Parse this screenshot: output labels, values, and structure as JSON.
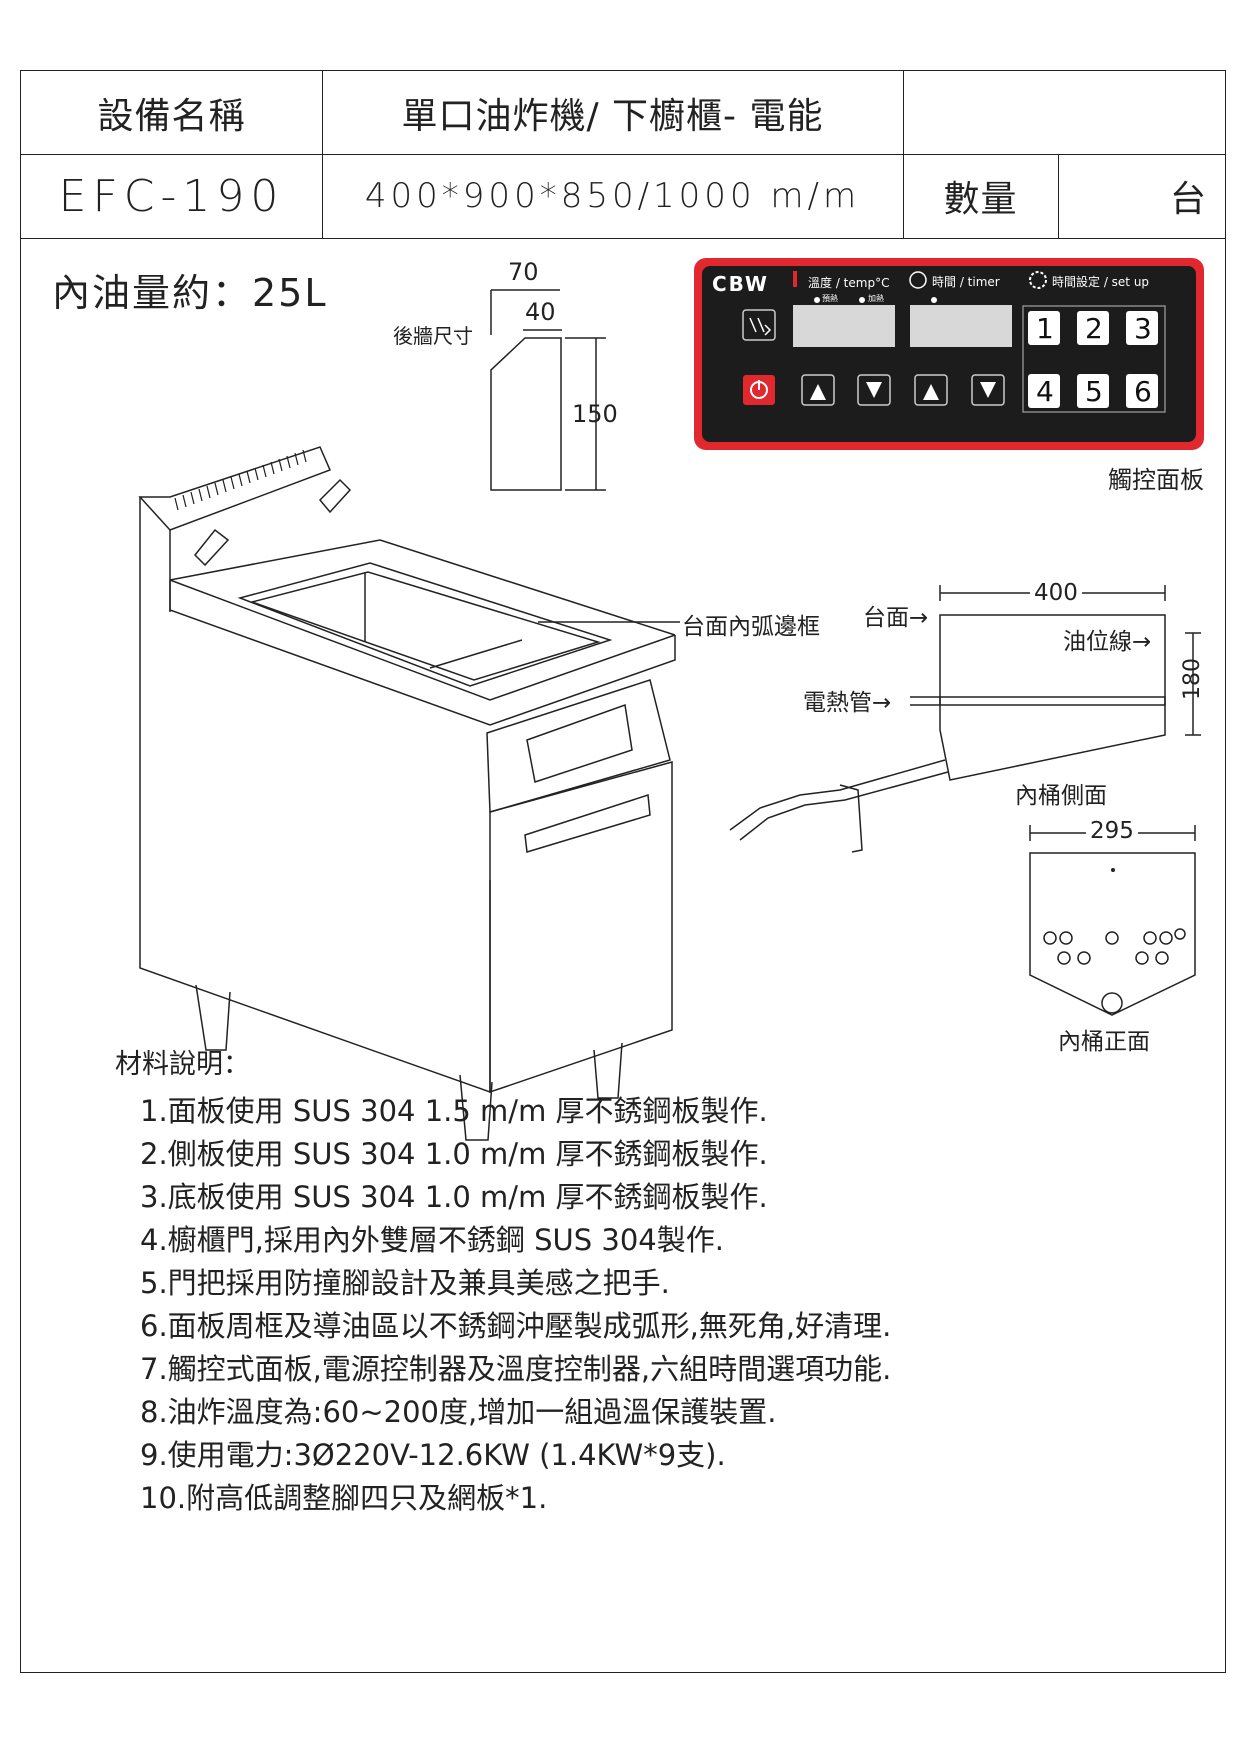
{
  "header": {
    "equipment_label": "設備名稱",
    "equipment_name": "單口油炸機/ 下櫥櫃- 電能",
    "model": "EFC-190",
    "dimensions": "400*900*850/1000  m/m",
    "quantity_label": "數量",
    "unit": "台"
  },
  "oil_capacity": "內油量約：25L",
  "back_wall": {
    "label": "後牆尺寸",
    "dim_top": "70",
    "dim_inner": "40",
    "dim_height": "150"
  },
  "control_panel": {
    "brand": "CBW",
    "temp_label": "溫度 / temp°C",
    "preheat": "預熱",
    "heat": "加熱",
    "timer_label": "時間 / timer",
    "setup_label": "時間設定 / set up",
    "keys": [
      "1",
      "2",
      "3",
      "4",
      "5",
      "6"
    ],
    "caption": "觸控面板"
  },
  "callouts": {
    "rim": "台面內弧邊框",
    "counter": "台面→",
    "oil_line": "油位線→",
    "heater": "電熱管→",
    "width": "400",
    "depth": "180",
    "side_caption": "內桶側面",
    "front_width": "295",
    "front_caption": "內桶正面"
  },
  "materials": {
    "title": "材料說明：",
    "items": [
      "1.面板使用 SUS 304 1.5 m/m 厚不銹鋼板製作.",
      "2.側板使用 SUS 304 1.0 m/m 厚不銹鋼板製作.",
      "3.底板使用 SUS 304 1.0 m/m 厚不銹鋼板製作.",
      "4.櫥櫃門,採用內外雙層不銹鋼 SUS 304製作.",
      "5.門把採用防撞腳設計及兼具美感之把手.",
      "6.面板周框及導油區以不銹鋼沖壓製成弧形,無死角,好清理.",
      "7.觸控式面板,電源控制器及溫度控制器,六組時間選項功能.",
      "8.油炸溫度為:60~200度,增加一組過溫保護裝置.",
      "9.使用電力:3Ø220V-12.6KW (1.4KW*9支).",
      "10.附高低調整腳四只及網板*1."
    ]
  },
  "colors": {
    "panel_red": "#e0282e",
    "panel_black": "#1c1c1c",
    "line": "#222222"
  }
}
